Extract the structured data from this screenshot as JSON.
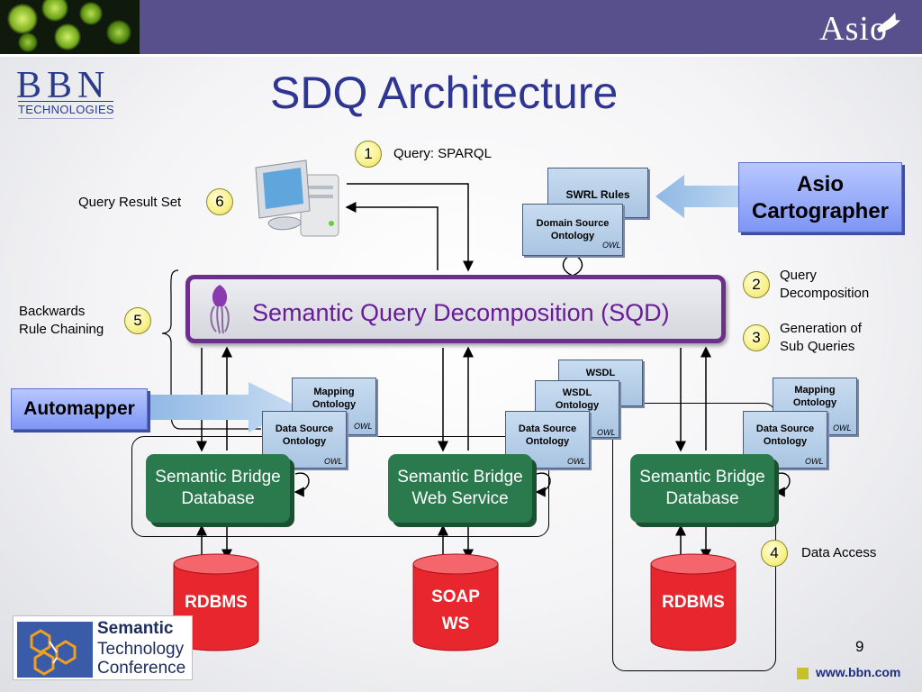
{
  "title": "SDQ Architecture",
  "bbn_logo": {
    "letters": "BBN",
    "sub": "TECHNOLOGIES"
  },
  "asio_logo": "Asio",
  "steps": [
    {
      "num": "1",
      "label": "Query: SPARQL"
    },
    {
      "num": "2",
      "label_lines": [
        "Query",
        "Decomposition"
      ]
    },
    {
      "num": "3",
      "label_lines": [
        "Generation of",
        "Sub Queries"
      ]
    },
    {
      "num": "4",
      "label": "Data Access"
    },
    {
      "num": "5",
      "label_lines": [
        "Backwards",
        "Rule Chaining"
      ]
    },
    {
      "num": "6",
      "label": "Query Result Set"
    }
  ],
  "sqd_label": "Semantic Query Decomposition (SQD)",
  "asio_box_lines": [
    "Asio",
    "Cartographer"
  ],
  "automapper_label": "Automapper",
  "cards": {
    "swrl": "SWRL Rules",
    "domain_source": [
      "Domain Source",
      "Ontology"
    ],
    "mapping": [
      "Mapping",
      "Ontology"
    ],
    "data_source": [
      "Data Source",
      "Ontology"
    ],
    "wsdl": "WSDL",
    "wsdl_ontology": [
      "WSDL",
      "Ontology"
    ],
    "owl": "OWL"
  },
  "bridges": {
    "left": [
      "Semantic Bridge",
      "Database"
    ],
    "middle": [
      "Semantic Bridge",
      "Web Service"
    ],
    "right": [
      "Semantic Bridge",
      "Database"
    ]
  },
  "stores": {
    "left": [
      "RDBMS"
    ],
    "middle": [
      "SOAP",
      "WS"
    ],
    "right": [
      "RDBMS"
    ]
  },
  "conference_logo_lines": [
    "Semantic",
    "Technology",
    "Conference"
  ],
  "page_number": "9",
  "url": "www.bbn.com",
  "colors": {
    "banner": "#58508c",
    "sqd_border": "#6c2f8c",
    "bridge": "#2a7a4e",
    "cylinder": "#e8262e",
    "title": "#2e3592"
  }
}
